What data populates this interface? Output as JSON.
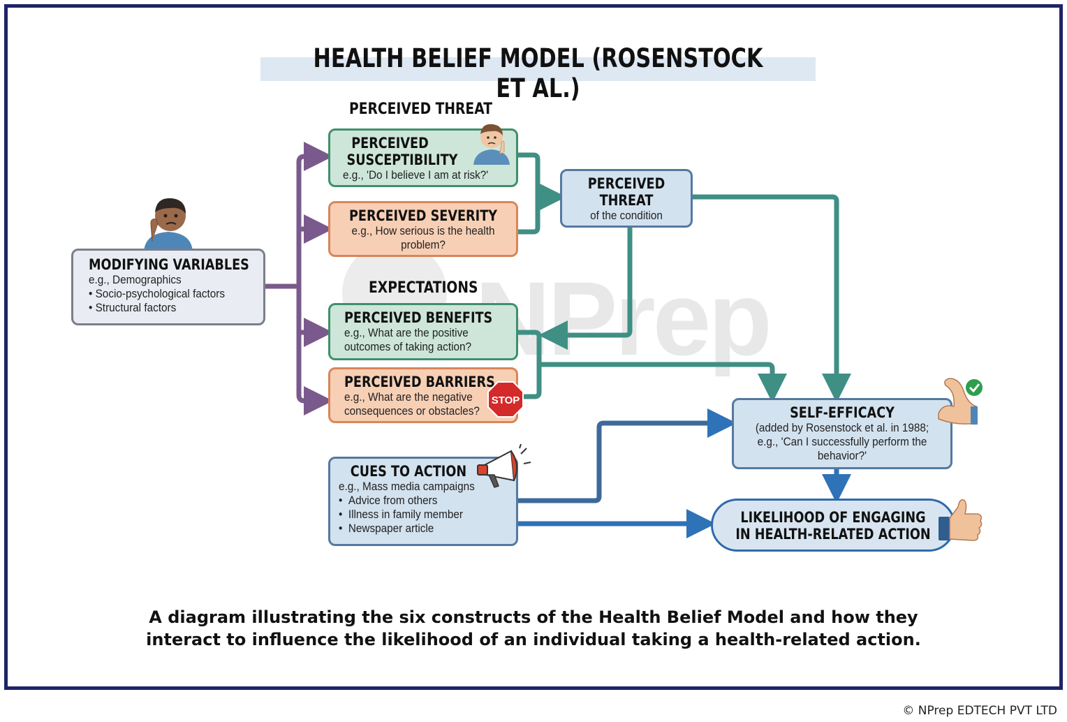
{
  "title": "HEALTH BELIEF MODEL (ROSENSTOCK ET AL.)",
  "watermark": "NPrep",
  "sections": {
    "threat": "PERCEIVED THREAT",
    "expectations": "EXPECTATIONS"
  },
  "nodes": {
    "modifying": {
      "title": "MODIFYING VARIABLES",
      "lines": [
        "e.g., Demographics",
        "• Socio-psychological factors",
        "• Structural factors"
      ]
    },
    "susceptibility": {
      "title1": "PERCEIVED",
      "title2": "SUSCEPTIBILITY",
      "desc": "e.g., 'Do I believe I am at risk?'"
    },
    "severity": {
      "title": "PERCEIVED SEVERITY",
      "desc1": "e.g., How serious is the health",
      "desc2": "problem?"
    },
    "threat": {
      "title1": "PERCEIVED",
      "title2": "THREAT",
      "desc": "of the condition"
    },
    "benefits": {
      "title": "PERCEIVED BENEFITS",
      "desc1": "e.g., What are the positive",
      "desc2": "outcomes of taking action?"
    },
    "barriers": {
      "title": "PERCEIVED BARRIERS",
      "desc1": "e.g., What are the negative",
      "desc2": "consequences or obstacles?",
      "stop": "STOP"
    },
    "cues": {
      "title": "CUES TO ACTION",
      "lead": "e.g., Mass media campaigns",
      "items": [
        "Advice from others",
        "Illness in family member",
        "Newspaper article"
      ]
    },
    "efficacy": {
      "title": "SELF-EFFICACY",
      "desc1": "(added by Rosenstock et al. in 1988;",
      "desc2": "e.g., 'Can I successfully perform the",
      "desc3": "behavior?'"
    },
    "likelihood": {
      "title1": "LIKELIHOOD OF ENGAGING",
      "title2": "IN HEALTH-RELATED ACTION"
    }
  },
  "caption": {
    "line1": "A diagram illustrating the six constructs of the Health Belief Model and how they",
    "line2": "interact to influence the likelihood of an individual taking a health-related action."
  },
  "copyright": "© NPrep EDTECH PVT LTD",
  "colors": {
    "frame": "#1d2468",
    "purple_arrows": "#7a5a8c",
    "teal_arrows": "#3f8f84",
    "blue_arrows": "#2e72b8"
  }
}
